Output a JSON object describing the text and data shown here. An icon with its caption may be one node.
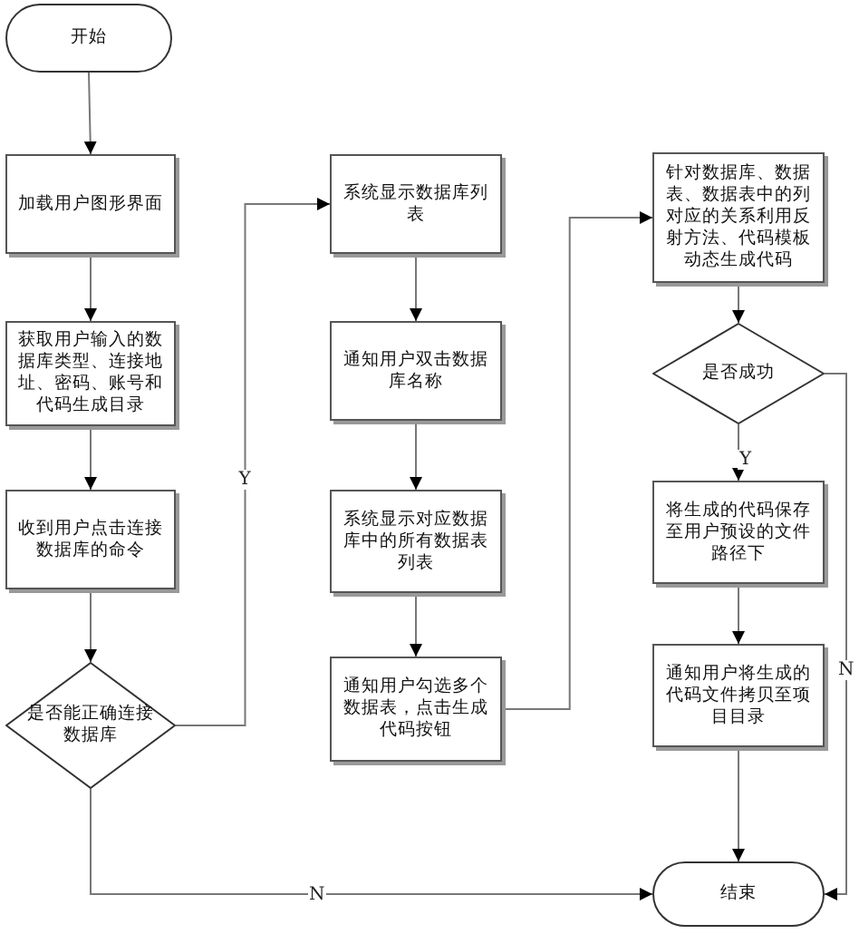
{
  "diagram": {
    "nodes": [
      {
        "text": [
          "开始"
        ]
      },
      {
        "text": [
          "加载用户图形界面"
        ]
      },
      {
        "text": [
          "获取用户输入的数据库类型、连接地址、密码、账号和代码生成目录"
        ]
      },
      {
        "text": [
          "收到用户点击连接数据库的命令"
        ]
      },
      {
        "text": [
          "是否能正确连接数据库"
        ]
      },
      {
        "text": [
          "系统显示数据库列表"
        ]
      },
      {
        "text": [
          "通知用户双击数据库名称"
        ]
      },
      {
        "text": [
          "系统显示对应数据库中的所有数据表列表"
        ]
      },
      {
        "text": [
          "通知用户勾选多个数据表，点击生成代码按钮"
        ]
      },
      {
        "text": [
          "针对数据库、数据表、数据表中的列对应的关系利用反射方法、代码模板动态生成代码"
        ]
      },
      {
        "text": [
          "是否成功"
        ]
      },
      {
        "text": [
          "将生成的代码保存至用户预设的文件路径下"
        ]
      },
      {
        "text": [
          "通知用户将生成的代码文件拷贝至项目目录"
        ]
      },
      {
        "text": [
          "结束"
        ]
      }
    ],
    "edges": [
      {
        "from": 0,
        "to": 1,
        "arrow": "to"
      },
      {
        "from": 1,
        "to": 2,
        "arrow": "to"
      },
      {
        "from": 2,
        "to": 3,
        "arrow": "to"
      },
      {
        "from": 3,
        "to": 4,
        "arrow": "to"
      },
      {
        "from": 4,
        "to": 5,
        "arrow": "to",
        "label": "Y"
      },
      {
        "from": 5,
        "to": 6,
        "arrow": "to"
      },
      {
        "from": 6,
        "to": 7,
        "arrow": "to"
      },
      {
        "from": 7,
        "to": 8,
        "arrow": "to"
      },
      {
        "from": 8,
        "to": 9,
        "arrow": "to"
      },
      {
        "from": 9,
        "to": 10,
        "arrow": "to"
      },
      {
        "from": 10,
        "to": 11,
        "arrow": "to",
        "label": "Y"
      },
      {
        "from": 11,
        "to": 12,
        "arrow": "to"
      },
      {
        "from": 12,
        "to": 13,
        "arrow": "to"
      },
      {
        "from": 4,
        "to": 13,
        "arrow": "to",
        "label": "N"
      },
      {
        "from": 10,
        "to": 13,
        "arrow": "to",
        "label": "N"
      }
    ]
  }
}
